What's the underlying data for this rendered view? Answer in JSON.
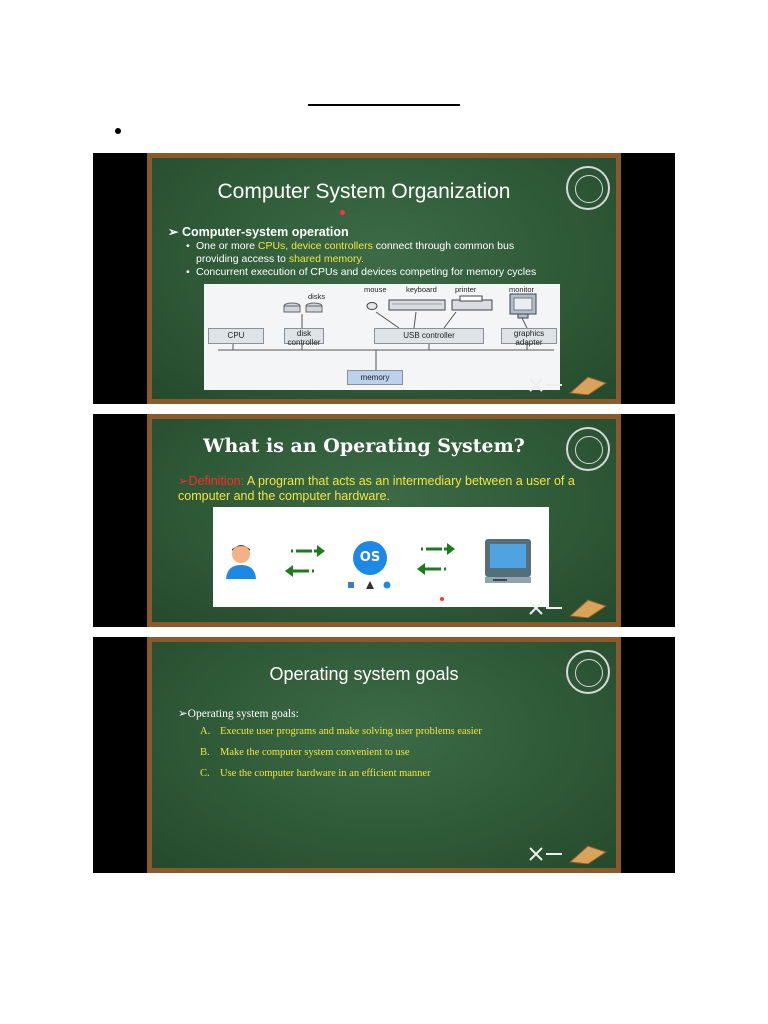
{
  "slides": [
    {
      "title": "Computer System Organization",
      "heading": "Computer-system operation",
      "bullets": [
        {
          "prefix": "One or more ",
          "hl1": "CPUs, device controllers",
          "mid": " connect through common bus",
          "line2_pre": "providing access to ",
          "hl2": "shared memory",
          "line2_post": "."
        },
        {
          "text": "Concurrent execution of CPUs and devices competing for memory cycles"
        }
      ],
      "diagram": {
        "devices": [
          "disks",
          "mouse",
          "keyboard",
          "printer",
          "monitor"
        ],
        "controllers": [
          "CPU",
          "disk controller",
          "USB controller",
          "graphics adapter"
        ],
        "memory": "memory"
      }
    },
    {
      "title": "What is an Operating System?",
      "definition_label": "Definition:",
      "definition_text": " A program that acts as an intermediary between a user of a computer and the computer hardware.",
      "os_label": "OS"
    },
    {
      "title": "Operating system goals",
      "intro": "Operating system goals:",
      "goals": [
        {
          "letter": "A.",
          "text": "Execute user programs and make solving user problems easier"
        },
        {
          "letter": "B.",
          "text": "Make the computer system convenient to use"
        },
        {
          "letter": "C.",
          "text": "Use the computer hardware in an efficient manner"
        }
      ]
    }
  ],
  "colors": {
    "chalkboard": "#2f5a38",
    "frame_wood": "#8a5a2b",
    "highlight_yellow": "#f2e640",
    "highlight_red": "#ff2a2a",
    "arrow_green": "#1e7a1e",
    "os_blue": "#1e88e5"
  }
}
